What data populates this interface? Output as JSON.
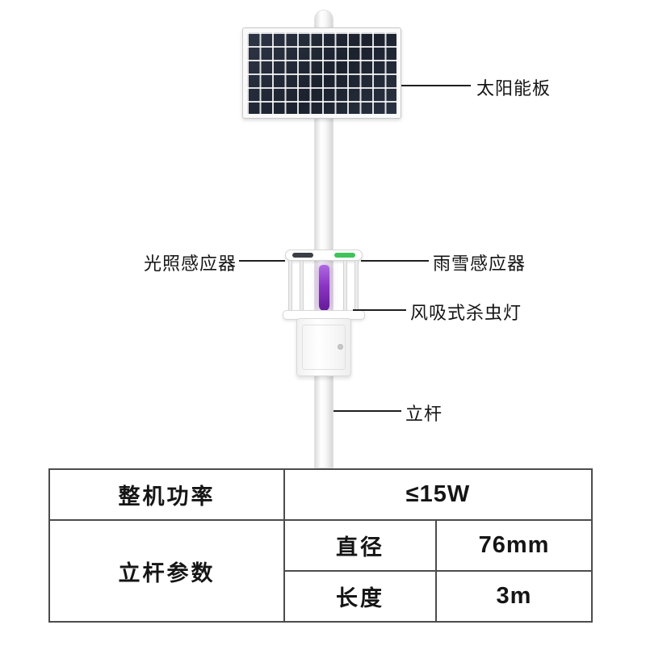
{
  "colors": {
    "sensor_green": "#3ec45a",
    "lamp_purple": "#8b35c4",
    "panel_dark": "#242b38",
    "table_border": "#4c4c4c"
  },
  "annotations": {
    "solar_panel": "太阳能板",
    "light_sensor": "光照感应器",
    "rain_snow_sensor": "雨雪感应器",
    "insect_lamp": "风吸式杀虫灯",
    "pole": "立杆"
  },
  "spec_table": {
    "power": {
      "label": "整机功率",
      "value": "≤15W"
    },
    "pole_params": {
      "label": "立杆参数",
      "diameter": {
        "label": "直径",
        "value": "76mm"
      },
      "length": {
        "label": "长度",
        "value": "3m"
      }
    }
  }
}
